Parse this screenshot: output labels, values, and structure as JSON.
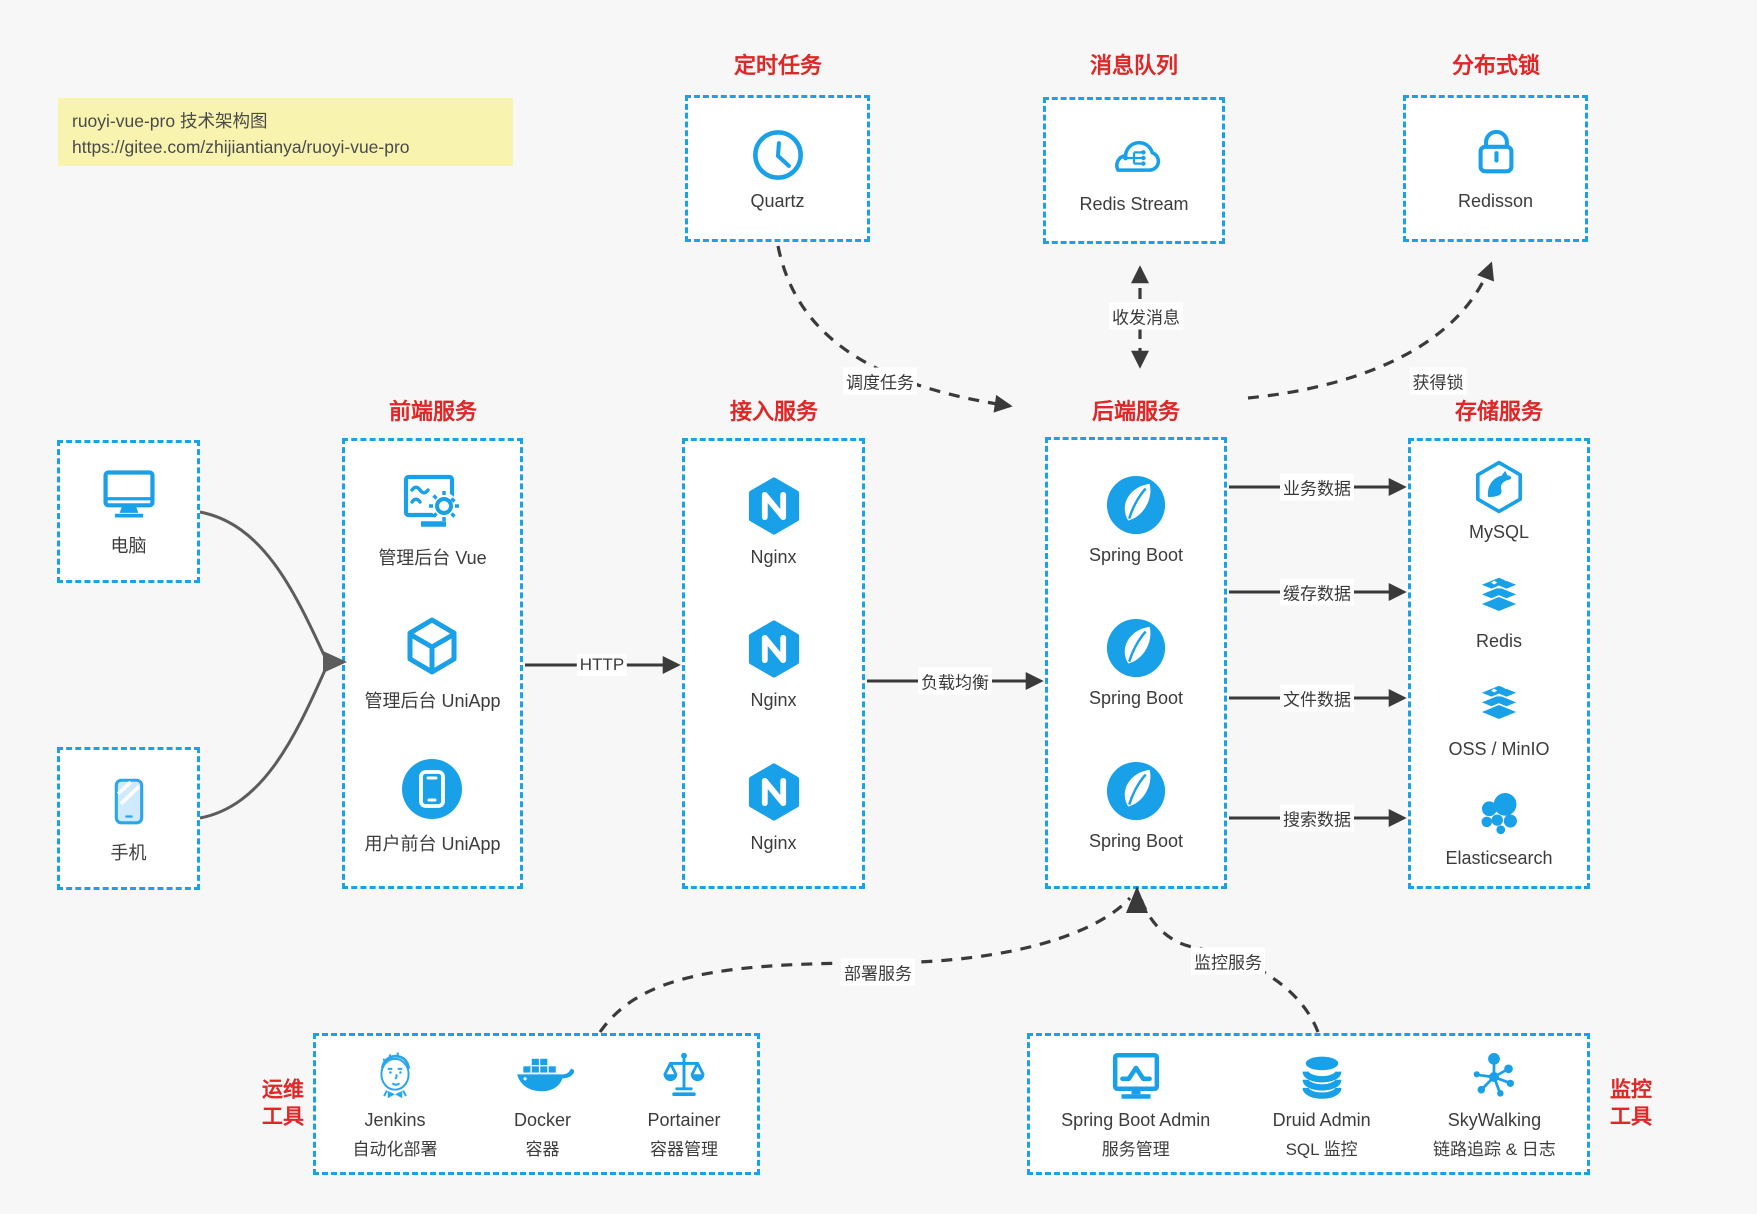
{
  "note": {
    "title_line": "ruoyi-vue-pro 技术架构图",
    "url_line": "https://gitee.com/zhijiantianya/ruoyi-vue-pro"
  },
  "top_row": [
    {
      "title": "定时任务",
      "item": "Quartz"
    },
    {
      "title": "消息队列",
      "item": "Redis Stream"
    },
    {
      "title": "分布式锁",
      "item": "Redisson"
    }
  ],
  "clients": [
    {
      "label": "电脑"
    },
    {
      "label": "手机"
    }
  ],
  "frontend": {
    "title": "前端服务",
    "items": [
      "管理后台 Vue",
      "管理后台 UniApp",
      "用户前台 UniApp"
    ]
  },
  "gateway": {
    "title": "接入服务",
    "items": [
      "Nginx",
      "Nginx",
      "Nginx"
    ]
  },
  "backend": {
    "title": "后端服务",
    "items": [
      "Spring Boot",
      "Spring Boot",
      "Spring Boot"
    ]
  },
  "storage": {
    "title": "存储服务",
    "items": [
      "MySQL",
      "Redis",
      "OSS / MinIO",
      "Elasticsearch"
    ]
  },
  "ops_tools": {
    "label": "运维工具",
    "items": [
      {
        "name": "Jenkins",
        "desc": "自动化部署"
      },
      {
        "name": "Docker",
        "desc": "容器"
      },
      {
        "name": "Portainer",
        "desc": "容器管理"
      }
    ]
  },
  "monitor_tools": {
    "label": "监控工具",
    "items": [
      {
        "name": "Spring Boot Admin",
        "desc": "服务管理"
      },
      {
        "name": "Druid Admin",
        "desc": "SQL 监控"
      },
      {
        "name": "SkyWalking",
        "desc": "链路追踪 & 日志"
      }
    ]
  },
  "edges": {
    "http": "HTTP",
    "load_balance": "负载均衡",
    "business_data": "业务数据",
    "cache_data": "缓存数据",
    "file_data": "文件数据",
    "search_data": "搜索数据",
    "schedule_task": "调度任务",
    "send_receive_message": "收发消息",
    "acquire_lock": "获得锁",
    "deploy_service": "部署服务",
    "monitor_service": "监控服务"
  },
  "colors": {
    "accent_blue": "#18a0e8",
    "border_blue": "#1aa1e9",
    "title_red": "#e02626",
    "note_yellow": "#f9f3b0",
    "background": "#f7f7f7"
  }
}
